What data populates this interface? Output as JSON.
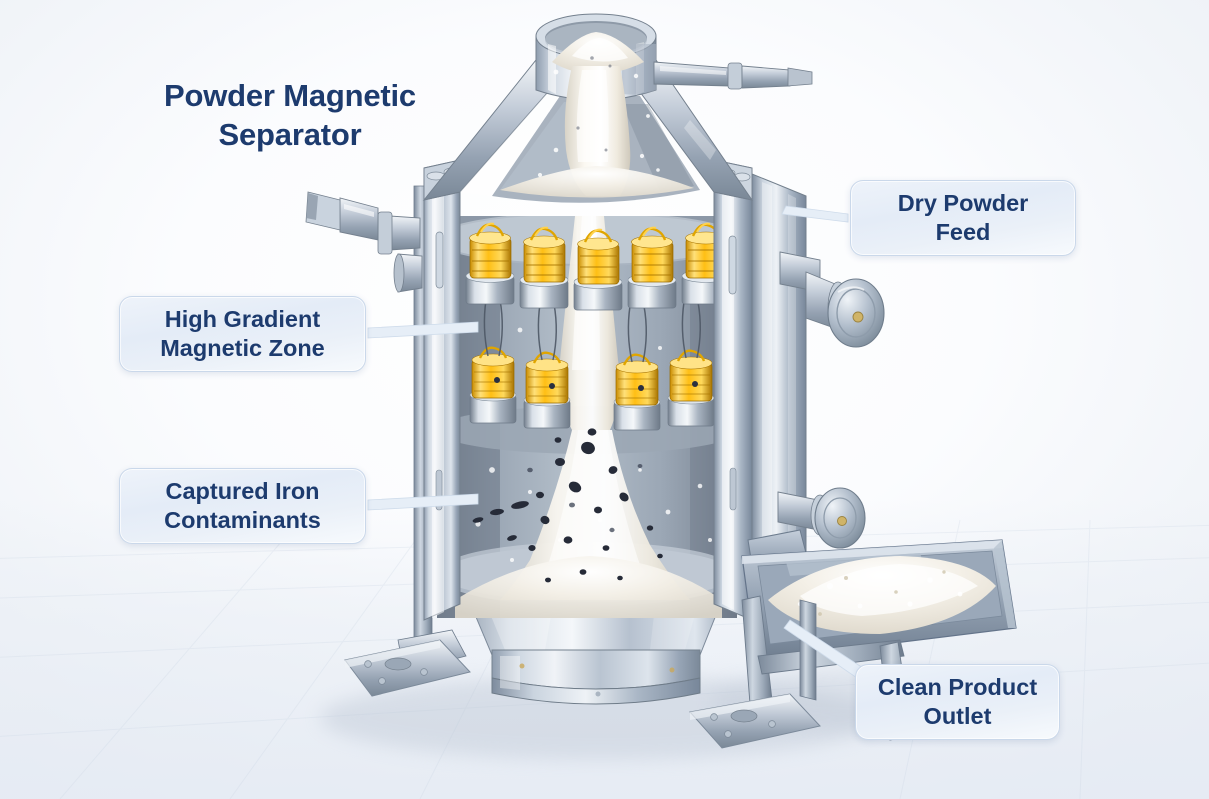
{
  "title": {
    "line1": "Powder Magnetic",
    "line2": "Separator"
  },
  "colors": {
    "label_text": "#1d3b6e",
    "label_fill": "#e8eef7",
    "label_border": "#cad8ea",
    "leader_line": "#dbe6f2",
    "background": "#f4f6fa",
    "steel_light": "#e3e8ef",
    "steel_mid": "#aab6c4",
    "steel_dark": "#6c7b8d",
    "coil_gold": "#f0b800",
    "coil_gold_light": "#ffe680",
    "coil_gold_dark": "#b37f00",
    "powder_white": "#f6f3ec",
    "contaminant_dark": "#2a2f3c"
  },
  "callouts": [
    {
      "id": "dry-powder-feed",
      "line1": "Dry Powder",
      "line2": "Feed"
    },
    {
      "id": "high-gradient-zone",
      "line1": "High Gradient",
      "line2": "Magnetic Zone"
    },
    {
      "id": "captured-iron",
      "line1": "Captured Iron",
      "line2": "Contaminants"
    },
    {
      "id": "clean-product-outlet",
      "line1": "Clean Product",
      "line2": "Outlet"
    }
  ],
  "machine": {
    "description": "Cutaway 3D render of a vertical stainless steel powder magnetic separator",
    "parts": [
      "feed-hopper-collar",
      "inlet-nozzle-right",
      "inlet-nozzle-left",
      "upper-cone",
      "cutaway-vessel-body",
      "magnet-row-upper",
      "magnet-row-lower",
      "discharge-cone",
      "base-flange-ring",
      "support-legs",
      "foot-plates",
      "handwheel-valve-upper",
      "handwheel-valve-lower",
      "outlet-tray"
    ],
    "magnet_rows": 2,
    "magnets_per_row": 5
  }
}
